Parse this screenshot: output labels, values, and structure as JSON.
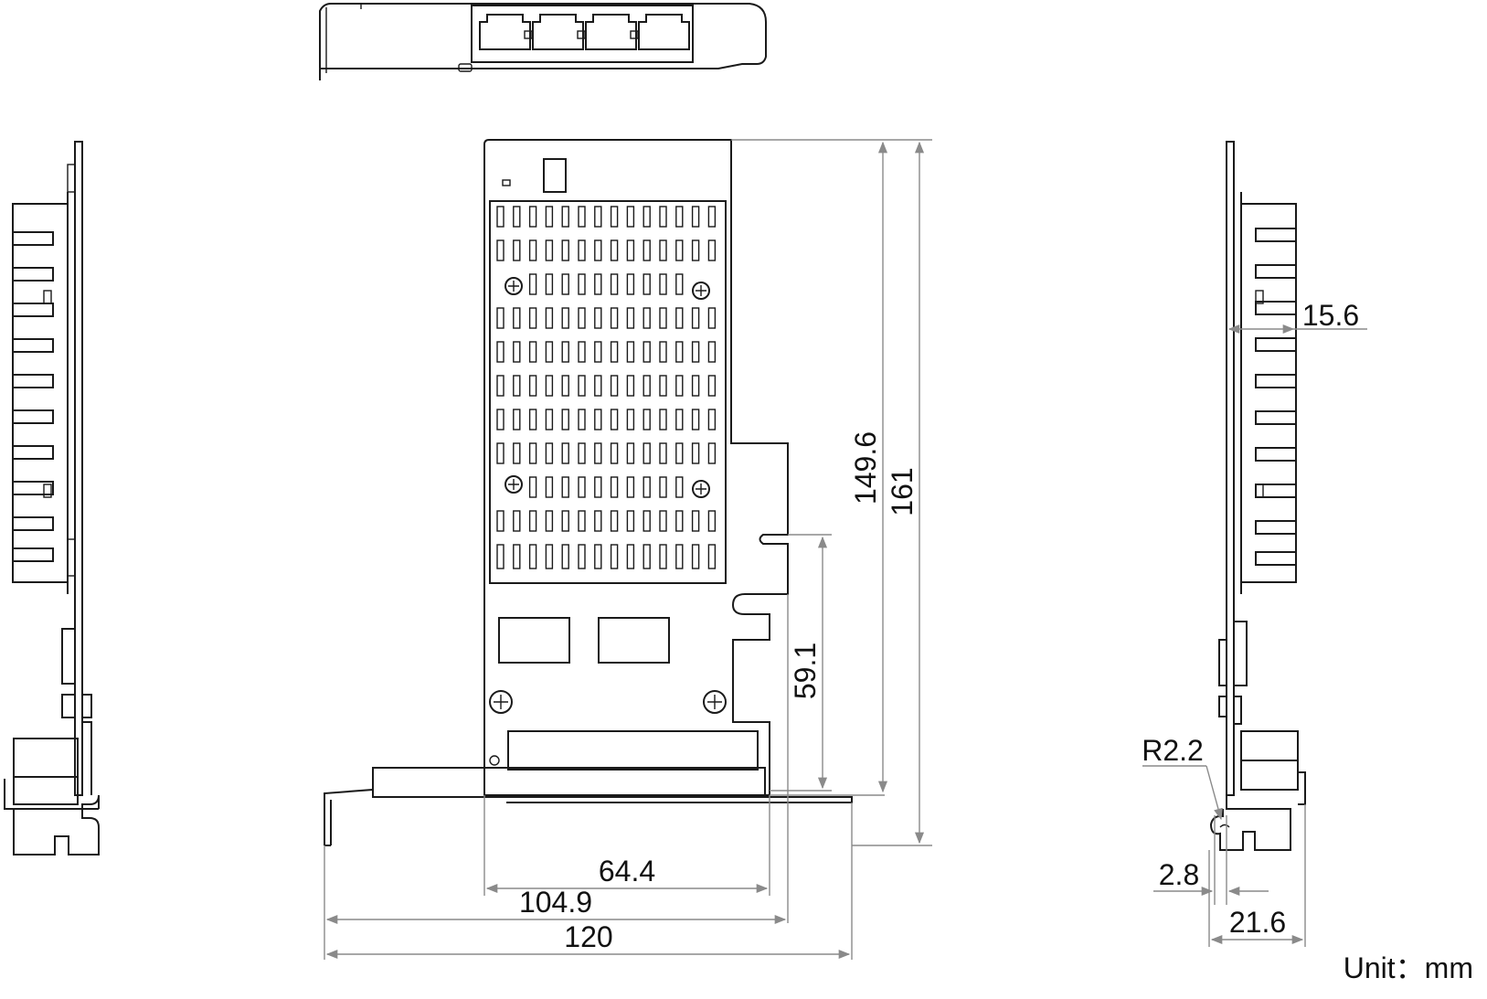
{
  "drawing": {
    "dimensions": {
      "height_pcb": "149.6",
      "height_total": "161",
      "edge_to_notch": "59.1",
      "width_64": "64.4",
      "width_104": "104.9",
      "width_120": "120",
      "heatsink_depth": "15.6",
      "bracket_radius": "R2.2",
      "bracket_offset": "2.8",
      "bracket_depth": "21.6"
    },
    "unit_label": "Unit：mm"
  }
}
